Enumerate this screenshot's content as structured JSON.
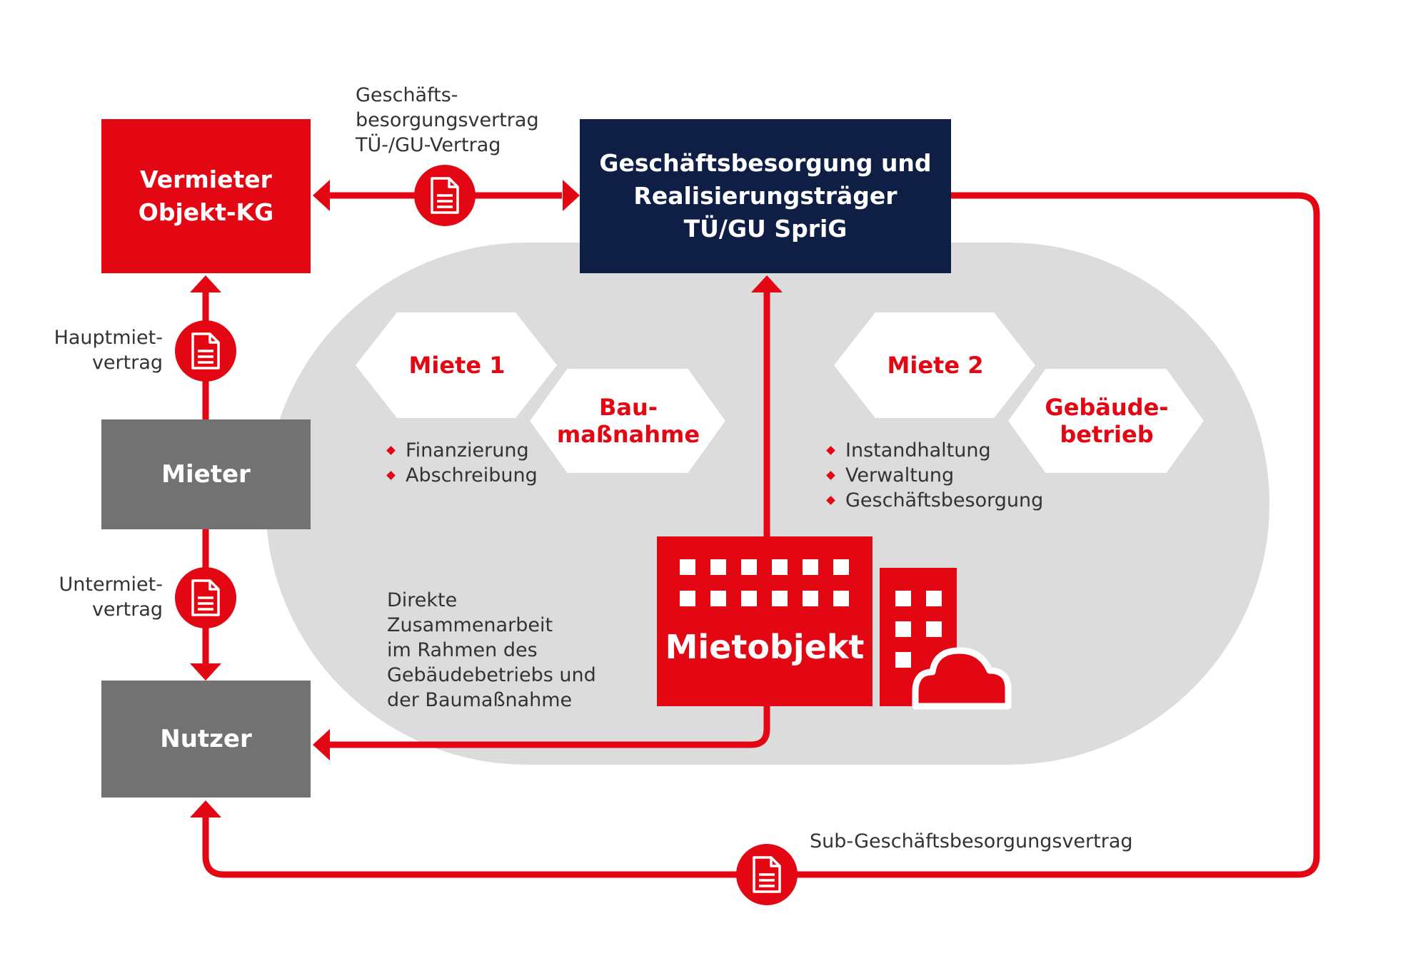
{
  "colors": {
    "accent": "#e30613",
    "navy": "#0f1e45",
    "grey_box": "#727272",
    "background_zone": "#dcdcdd"
  },
  "boxes": {
    "vermieter": "Vermieter\nObjekt-KG",
    "realisierungstraeger": "Geschäftsbesorgung und\nRealisierungsträger\nTÜ/GU SpriG",
    "mieter": "Mieter",
    "nutzer": "Nutzer"
  },
  "contracts": {
    "top": "Geschäfts-\nbesorgungsvertrag\nTÜ-/GU-Vertrag",
    "hauptmiet": "Hauptmiet-\nvertrag",
    "untermiet": "Untermiet-\nvertrag",
    "sub": "Sub-Geschäftsbesorgungsvertrag"
  },
  "rent1": {
    "title": "Miete 1",
    "component": "Bau-\nmaßnahme",
    "items": [
      "Finanzierung",
      "Abschreibung"
    ]
  },
  "rent2": {
    "title": "Miete 2",
    "component": "Gebäude-\nbetrieb",
    "items": [
      "Instandhaltung",
      "Verwaltung",
      "Geschäftsbesorgung"
    ]
  },
  "cooperation_note": "Direkte\nZusammenarbeit\nim Rahmen des\nGebäudebetriebs und\nder Baumaßnahme",
  "building": {
    "label": "Mietobjekt",
    "icon": "building-icon"
  },
  "icons": {
    "contract": "document-icon",
    "cloud": "cloud-icon",
    "bullet": "diamond-bullet-icon"
  }
}
